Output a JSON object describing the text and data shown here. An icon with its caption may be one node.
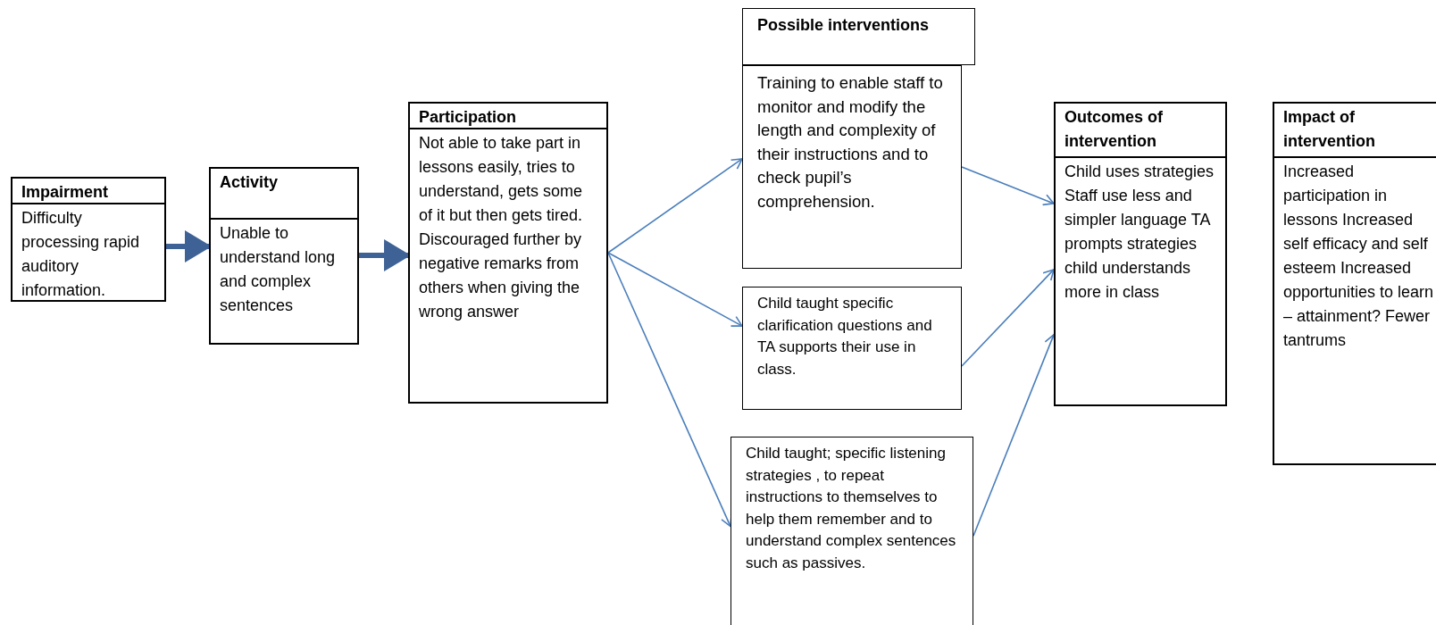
{
  "diagram": {
    "nodes": [
      {
        "text": [
          "Impairment",
          "Difficulty processing rapid auditory information."
        ]
      },
      {
        "text": [
          "Activity",
          "Unable to understand long and complex sentences"
        ]
      },
      {
        "text": [
          "Participation",
          "Not able to take part in lessons easily, tries to understand, gets some of it but then gets tired. Discouraged further by negative remarks from others when giving the wrong answer"
        ]
      },
      {
        "text": [
          "Possible interventions"
        ]
      },
      {
        "text": [
          "Training to enable staff to monitor and modify the length and complexity of their instructions and to check pupil’s comprehension."
        ]
      },
      {
        "text": [
          "Child taught specific clarification questions and TA supports their use in class."
        ]
      },
      {
        "text": [
          "Child taught; specific listening strategies , to repeat instructions to themselves to help them remember and to understand complex sentences such as passives."
        ]
      },
      {
        "text": [
          "Outcomes of intervention",
          "Child uses strategies Staff use less and simpler language TA prompts strategies child understands more in class"
        ]
      },
      {
        "text": [
          "Impact of intervention",
          "Increased participation in lessons Increased self efficacy and self esteem Increased opportunities to learn – attainment? Fewer tantrums"
        ]
      }
    ],
    "edges": [
      {
        "from": 0,
        "to": 1,
        "arrow": "to",
        "style": "thick",
        "color": "#3f6296"
      },
      {
        "from": 1,
        "to": 2,
        "arrow": "to",
        "style": "thick",
        "color": "#3f6296"
      },
      {
        "from": 2,
        "to": 4,
        "arrow": "to"
      },
      {
        "from": 2,
        "to": 5,
        "arrow": "to"
      },
      {
        "from": 2,
        "to": 6,
        "arrow": "to"
      },
      {
        "from": 4,
        "to": 7,
        "arrow": "to"
      },
      {
        "from": 5,
        "to": 7,
        "arrow": "to"
      },
      {
        "from": 6,
        "to": 7,
        "arrow": "to"
      }
    ]
  }
}
